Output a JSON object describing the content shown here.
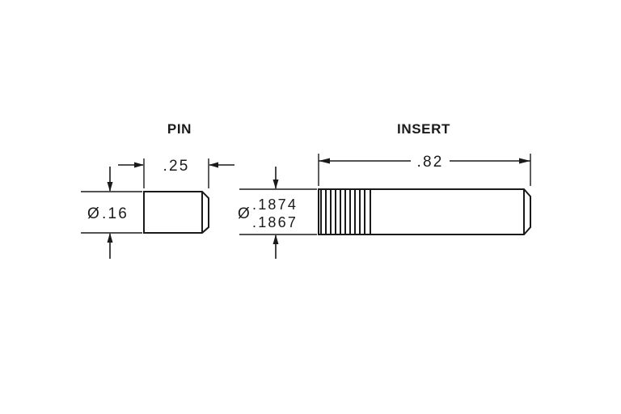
{
  "document": {
    "type": "engineering-drawing",
    "background_color": "#ffffff",
    "line_color": "#1a1a1a",
    "units": "inches"
  },
  "parts": [
    {
      "id": "pin",
      "title": "PIN",
      "dimensions": {
        "length": {
          "label": ".25",
          "value": 0.25,
          "orientation": "horizontal",
          "arrow_style": "outside"
        },
        "diameter": {
          "symbol": "Ø",
          "label": ".16",
          "value": 0.16,
          "orientation": "vertical",
          "arrow_style": "outside"
        }
      },
      "features": {
        "chamfer": "right-end"
      }
    },
    {
      "id": "insert",
      "title": "INSERT",
      "dimensions": {
        "length": {
          "label": ".82",
          "value": 0.82,
          "orientation": "horizontal",
          "arrow_style": "inside"
        },
        "diameter": {
          "symbol": "Ø",
          "label_upper": ".1874",
          "label_lower": ".1867",
          "value_max": 0.1874,
          "value_min": 0.1867,
          "orientation": "vertical",
          "arrow_style": "outside"
        }
      },
      "features": {
        "knurl": {
          "name": "threaded-section",
          "line_count": 11
        },
        "chamfer": "right-end"
      }
    }
  ]
}
